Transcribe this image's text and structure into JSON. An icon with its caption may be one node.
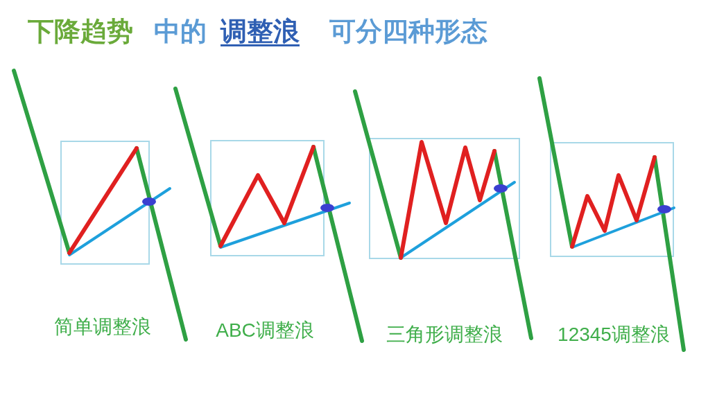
{
  "diagram": {
    "nodes": [
      {
        "text": [],
        "shape": "box",
        "beside": [
          "简单调整浪"
        ]
      },
      {
        "text": [],
        "shape": "box",
        "beside": [
          "ABC调整浪"
        ]
      },
      {
        "text": [],
        "shape": "box",
        "beside": [
          "三角形调整浪"
        ]
      },
      {
        "text": [],
        "shape": "box",
        "beside": [
          "12345调整浪"
        ]
      }
    ],
    "labels": [
      "下降趋势",
      "中的",
      "调整浪",
      "可分四种形态"
    ]
  }
}
